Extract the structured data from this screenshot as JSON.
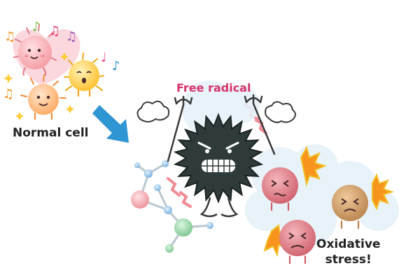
{
  "labels": {
    "normal_cell": "Normal cell",
    "free_radical": "Free radical",
    "oxidative_line1": "Oxidative",
    "oxidative_line2": "stress!"
  },
  "colors": {
    "free_radical_text": "#d6336c",
    "arrow": "#2f95d3",
    "radical_body": "#2f3b3a",
    "pink_cell": "#f6a3a6",
    "yellow_cell": "#ffc93c",
    "orange_cell": "#ffb37a",
    "damaged_cell": "#d9707a",
    "damaged_brown": "#c9915a",
    "burst": "#f7941d",
    "molecule_green": "#8fd19e",
    "molecule_blue": "#7fb8e6",
    "molecule_pink": "#f2a0a6",
    "note_colors": [
      "#f7941d",
      "#e8437f",
      "#7fbf3f",
      "#9b59b6",
      "#2f95d3"
    ]
  }
}
